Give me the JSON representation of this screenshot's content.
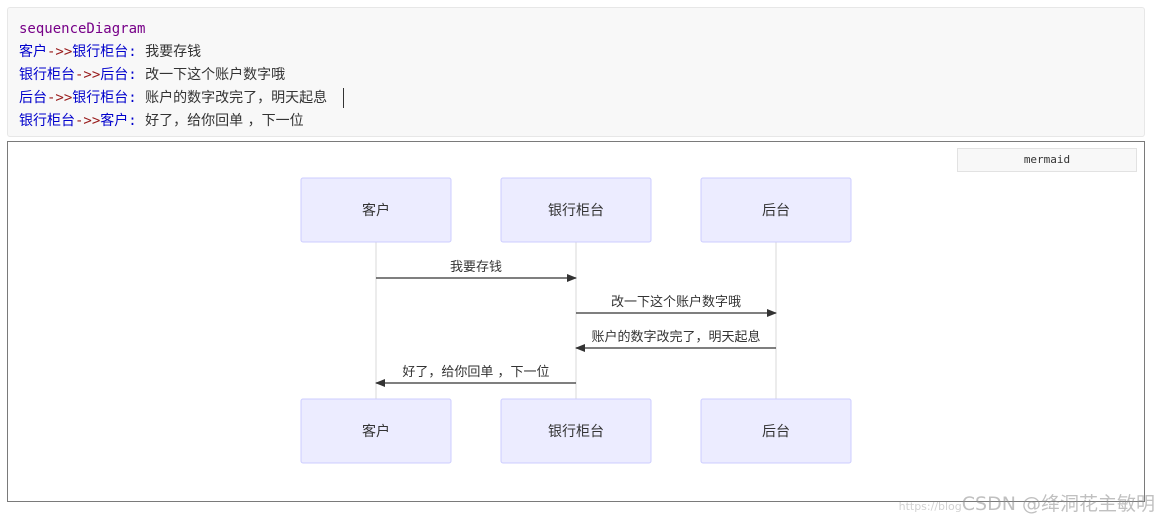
{
  "code": {
    "keyword": "sequenceDiagram",
    "lines": [
      {
        "from": "客户",
        "arrow": "->>",
        "to": "银行柜台",
        "sep": ":",
        "text": "我要存钱"
      },
      {
        "from": "银行柜台",
        "arrow": "->>",
        "to": "后台",
        "sep": ":",
        "text": "改一下这个账户数字哦"
      },
      {
        "from": "后台",
        "arrow": "->>",
        "to": "银行柜台",
        "sep": ":",
        "text": "账户的数字改完了，明天起息"
      },
      {
        "from": "银行柜台",
        "arrow": "->>",
        "to": "客户",
        "sep": ":",
        "text": "好了，给你回单 ，下一位"
      }
    ]
  },
  "preview": {
    "language_select": "mermaid"
  },
  "diagram": {
    "actors": [
      "客户",
      "银行柜台",
      "后台"
    ],
    "messages": [
      {
        "from": 0,
        "to": 1,
        "text": "我要存钱"
      },
      {
        "from": 1,
        "to": 2,
        "text": "改一下这个账户数字哦"
      },
      {
        "from": 2,
        "to": 1,
        "text": "账户的数字改完了，明天起息"
      },
      {
        "from": 1,
        "to": 0,
        "text": "好了，给你回单 ，下一位"
      }
    ],
    "colors": {
      "actor_fill": "#ececff",
      "actor_stroke": "#ccccff",
      "lifeline": "#d8d8d8",
      "message_line": "#333333"
    }
  },
  "watermark": {
    "url": "https://blog",
    "text": "CSDN @绛洞花主敏明"
  }
}
